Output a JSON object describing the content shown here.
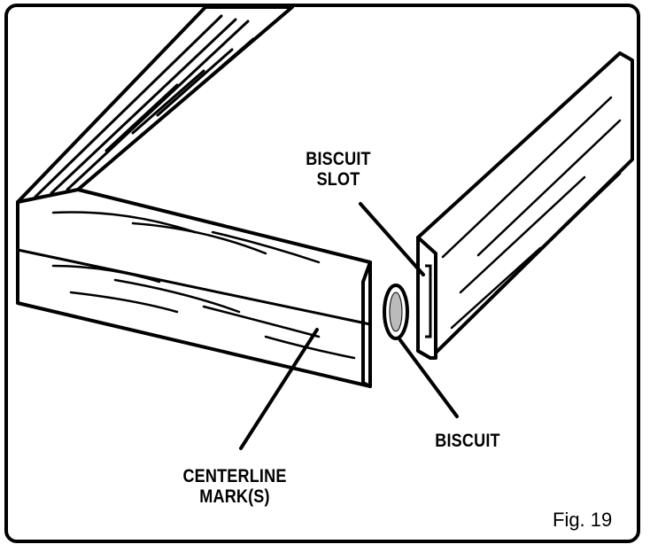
{
  "figure": {
    "label": "Fig. 19",
    "callouts": {
      "biscuit_slot": [
        "BISCUIT",
        "SLOT"
      ],
      "biscuit": "BISCUIT",
      "centerline": [
        "CENTERLINE",
        "MARK(S)"
      ]
    }
  },
  "colors": {
    "ink": "#000000",
    "paper": "#ffffff"
  }
}
